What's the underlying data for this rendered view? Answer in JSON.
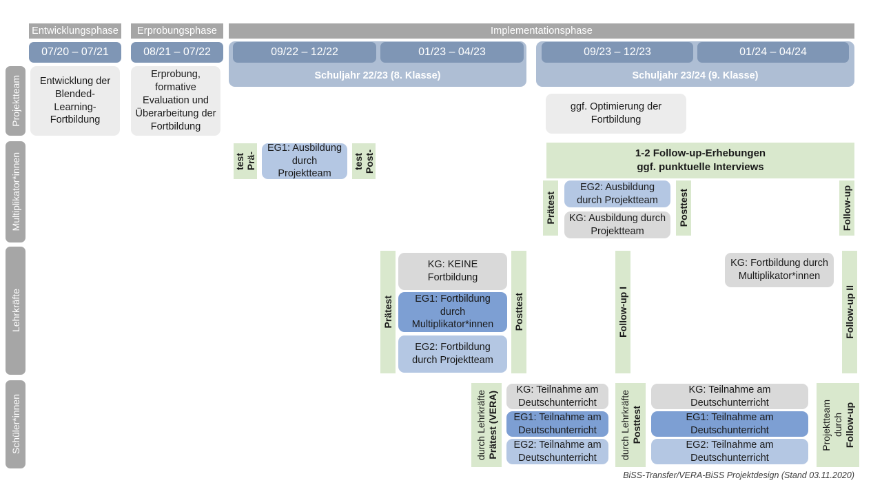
{
  "footer": {
    "note": "BiSS-Transfer/VERA-BiSS Projektdesign (Stand 03.11.2020)"
  },
  "colors": {
    "phase_header_gray": "#a6a6a6",
    "date_chip_blue": "#7f96b5",
    "school_band_blue": "#aebed4",
    "box_gray_light": "#ececec",
    "box_gray": "#d9d9d9",
    "blue_mid": "#7d9fd3",
    "blue_light": "#b4c7e3",
    "green": "#d9e8cd"
  },
  "phases": [
    {
      "label": "Entwicklungsphase"
    },
    {
      "label": "Erprobungsphase"
    },
    {
      "label": "Implementationsphase"
    }
  ],
  "periods": [
    {
      "label": "07/20 – 07/21"
    },
    {
      "label": "08/21 – 07/22"
    },
    {
      "label": "09/22 – 12/22"
    },
    {
      "label": "01/23 – 04/23"
    },
    {
      "label": "09/23 – 12/23"
    },
    {
      "label": "01/24 – 04/24"
    }
  ],
  "school_years": [
    {
      "label": "Schuljahr 22/23 (8. Klasse)"
    },
    {
      "label": "Schuljahr 23/24 (9. Klasse)"
    }
  ],
  "rows": [
    {
      "label": "Projektteam"
    },
    {
      "label": "Multiplikator*innen"
    },
    {
      "label": "Lehrkräfte"
    },
    {
      "label": "Schüler*innen"
    }
  ],
  "projektteam": {
    "boxes": [
      {
        "text": "Entwicklung der Blended-Learning-Fortbildung"
      },
      {
        "text": "Erprobung, formative Evaluation und Überarbeitung der Fortbildung"
      },
      {
        "text": "ggf. Optimierung der Fortbildung"
      }
    ]
  },
  "multiplikatoren": {
    "pretest_1_line1": "Prä-",
    "pretest_1_line2": "test",
    "posttest_1_line1": "Post-",
    "posttest_1_line2": "test",
    "eg1_box": "EG1: Ausbildung durch Projektteam",
    "banner": "1-2 Follow-up-Erhebungen\nggf. punktuelle Interviews",
    "banner_line1": "1-2 Follow-up-Erhebungen",
    "banner_line2": "ggf. punktuelle Interviews",
    "pretest_2": "Prätest",
    "posttest_2": "Posttest",
    "followup": "Follow-up",
    "eg2_box": "EG2: Ausbildung durch Projektteam",
    "kg_box": "KG: Ausbildung durch Projektteam"
  },
  "lehrkraefte": {
    "pretest": "Prätest",
    "posttest": "Posttest",
    "followup_1": "Follow-up I",
    "followup_2": "Follow-up II",
    "kg_box": "KG:  KEINE Fortbildung",
    "eg1_box": "EG1: Fortbildung durch Multiplikator*innen",
    "eg2_box": "EG2: Fortbildung durch Projektteam",
    "kg_box_2": "KG: Fortbildung durch Multiplikator*innen"
  },
  "schueler": {
    "pretest_main": "Prätest (VERA)",
    "pretest_sub": "durch Lehrkräfte",
    "posttest_main": "Posttest",
    "posttest_sub": "durch Lehrkräfte",
    "followup_main": "Follow-up",
    "followup_sub1": "durch",
    "followup_sub2": "Projektteam",
    "block_a": [
      {
        "text": "KG: Teilnahme am Deutschunterricht",
        "style": "gray"
      },
      {
        "text": "EG1: Teilnahme am Deutschunterricht",
        "style": "blue-mid"
      },
      {
        "text": "EG2: Teilnahme am Deutschunterricht",
        "style": "blue-light"
      }
    ],
    "block_b": [
      {
        "text": "KG: Teilnahme am Deutschunterricht",
        "style": "gray"
      },
      {
        "text": "EG1: Teilnahme am Deutschunterricht",
        "style": "blue-mid"
      },
      {
        "text": "EG2: Teilnahme am Deutschunterricht",
        "style": "blue-light"
      }
    ]
  }
}
